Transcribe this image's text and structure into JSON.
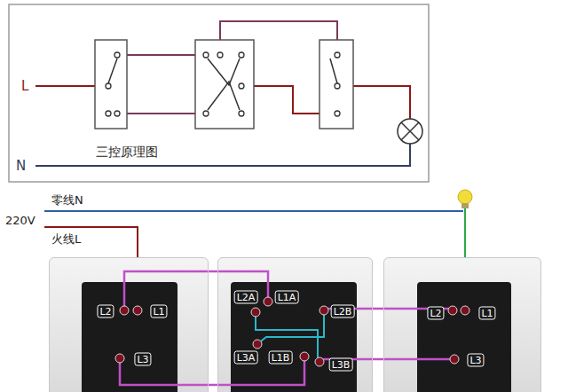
{
  "diagram": {
    "nodes": [
      {
        "text": [
          "L2",
          "L1",
          "L3"
        ]
      },
      {
        "text": [
          "L2A",
          "L1A",
          "L2B",
          "L3A",
          "L1B",
          "L3B"
        ]
      },
      {
        "text": [
          "L2",
          "L1",
          "L3"
        ]
      }
    ],
    "edges": [
      {
        "from": 0,
        "to": 1,
        "arrow": "none"
      },
      {
        "from": 0,
        "to": 1,
        "arrow": "none"
      },
      {
        "from": 1,
        "to": 2,
        "arrow": "none"
      },
      {
        "from": 1,
        "to": 2,
        "arrow": "none"
      }
    ],
    "labels": [
      "L",
      "N",
      "三控原理图",
      "零线N",
      "220V",
      "火线L"
    ]
  }
}
